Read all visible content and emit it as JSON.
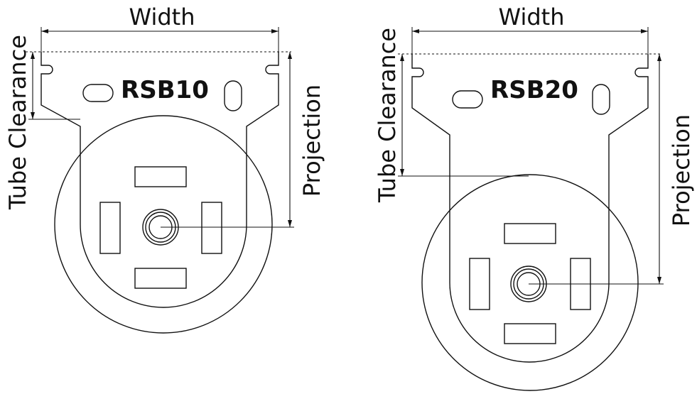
{
  "colors": {
    "line": "#111111",
    "background": "#ffffff"
  },
  "left": {
    "model": "RSB10",
    "width_label": "Width",
    "tube_clearance_label": "Tube Clearance",
    "projection_label": "Projection"
  },
  "right": {
    "model": "RSB20",
    "width_label": "Width",
    "tube_clearance_label": "Tube Clearance",
    "projection_label": "Projection"
  }
}
